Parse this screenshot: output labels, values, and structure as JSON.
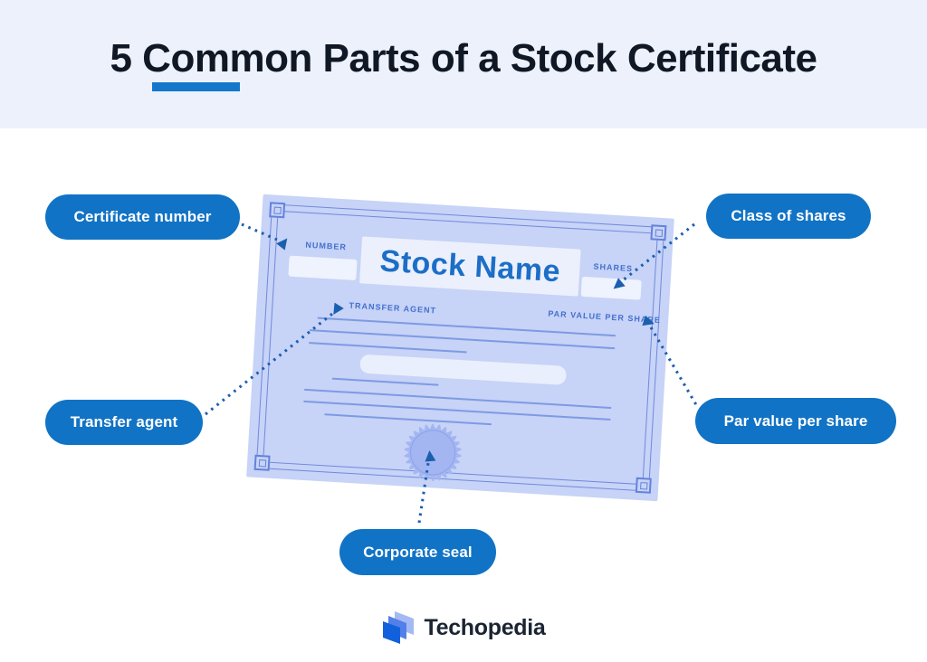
{
  "header": {
    "title": "5 Common Parts of a Stock Certificate"
  },
  "callouts": {
    "certificate_number": "Certificate number",
    "class_of_shares": "Class of shares",
    "transfer_agent": "Transfer agent",
    "par_value_per_share": "Par value per share",
    "corporate_seal": "Corporate seal"
  },
  "certificate": {
    "number_label": "NUMBER",
    "stock_name": "Stock Name",
    "shares_label": "SHARES",
    "transfer_agent_label": "TRANSFER AGENT",
    "par_value_label": "PAR VALUE PER SHARE"
  },
  "footer": {
    "brand": "Techopedia"
  },
  "colors": {
    "header_band": "#EDF1FB",
    "accent_blue": "#1577CB",
    "pill_blue": "#1173C5",
    "connector_blue": "#1C5FAE",
    "certificate_fill": "#C7D3F7",
    "certificate_line": "#5F7DD8",
    "certificate_text": "#1C6EC6",
    "seal_fill": "#A3B6F1"
  }
}
